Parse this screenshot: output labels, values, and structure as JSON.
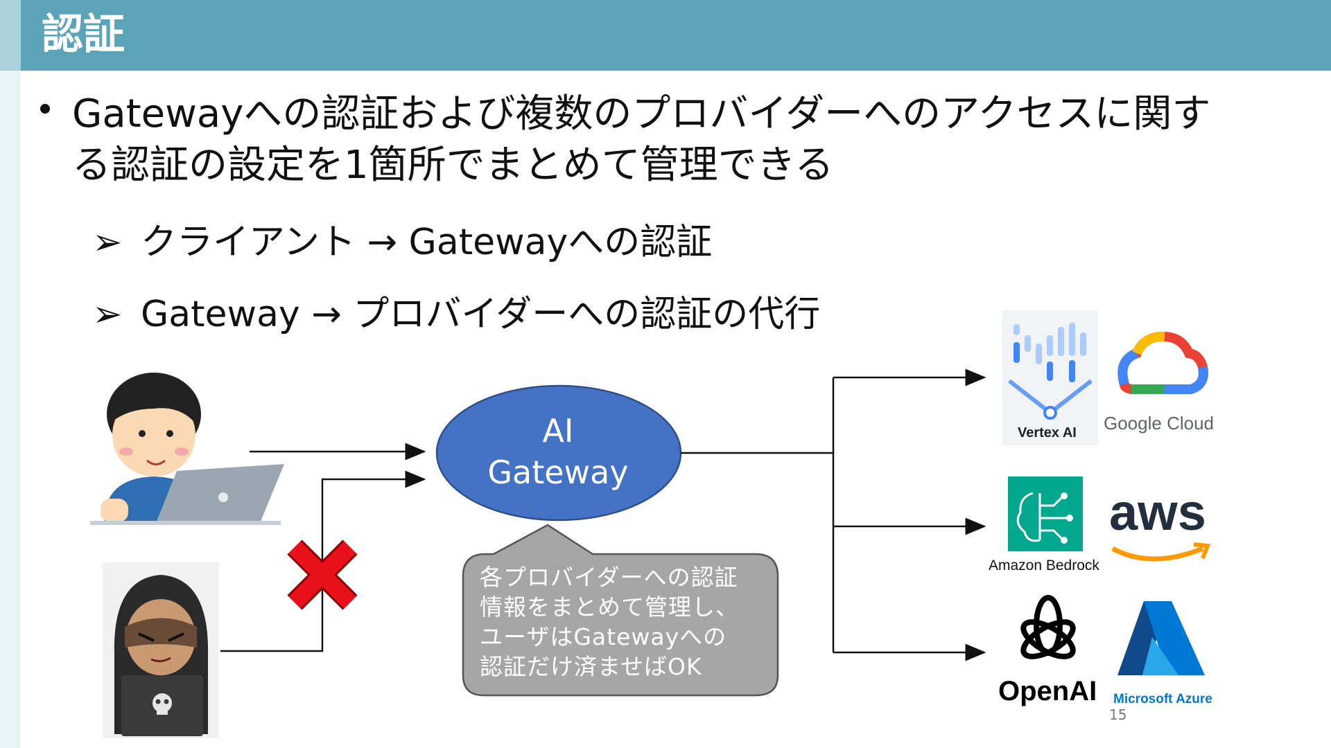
{
  "slide": {
    "title": "認証",
    "bullet": {
      "line1": "Gatewayへの認証および複数のプロバイダーへのアクセスに関す",
      "line2": "る認証の設定を1箇所でまとめて管理できる"
    },
    "sub_items": [
      {
        "marker": "➢",
        "text": "クライアント → Gatewayへの認証"
      },
      {
        "marker": "➢",
        "text": "Gateway → プロバイダーへの認証の代行"
      }
    ],
    "page_number": "15"
  },
  "diagram": {
    "gateway_label_line1": "AI",
    "gateway_label_line2": "Gateway",
    "callout_lines": [
      "各プロバイダーへの認証",
      "情報をまとめて管理し、",
      "ユーザはGatewayへの",
      "認証だけ済ませばOK"
    ],
    "providers": {
      "vertex_label": "Vertex AI",
      "google_cloud_label": "Google Cloud",
      "bedrock_label": "Amazon Bedrock",
      "aws_label": "aws",
      "openai_label": "OpenAI",
      "azure_label": "Microsoft Azure"
    }
  },
  "colors": {
    "header": "#5ba3b8",
    "gateway_fill": "#4472c4",
    "callout_fill": "#a6a6a6",
    "block_x": "#e8101a",
    "bedrock": "#01a88d",
    "aws_orange": "#ff9900",
    "azure": "#0078d4"
  }
}
